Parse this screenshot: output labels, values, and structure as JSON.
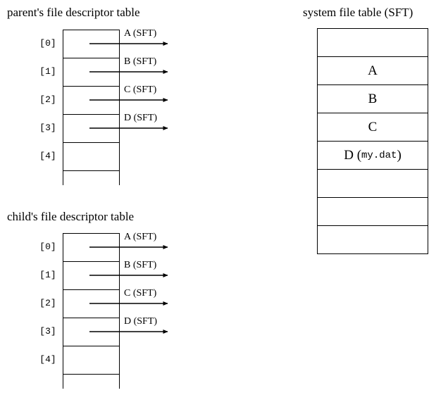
{
  "diagram": {
    "title_parent": "parent's file descriptor table",
    "title_child": "child's file descriptor table",
    "title_sft": "system file table (SFT)"
  },
  "parent_table": {
    "name": "parent's file descriptor table",
    "rows": [
      {
        "index": "[0]",
        "pointer": "A (SFT)",
        "has_pointer": true
      },
      {
        "index": "[1]",
        "pointer": "B (SFT)",
        "has_pointer": true
      },
      {
        "index": "[2]",
        "pointer": "C (SFT)",
        "has_pointer": true
      },
      {
        "index": "[3]",
        "pointer": "D (SFT)",
        "has_pointer": true
      },
      {
        "index": "[4]",
        "pointer": "",
        "has_pointer": false
      }
    ]
  },
  "child_table": {
    "name": "child's file descriptor table",
    "rows": [
      {
        "index": "[0]",
        "pointer": "A (SFT)",
        "has_pointer": true
      },
      {
        "index": "[1]",
        "pointer": "B (SFT)",
        "has_pointer": true
      },
      {
        "index": "[2]",
        "pointer": "C (SFT)",
        "has_pointer": true
      },
      {
        "index": "[3]",
        "pointer": "D (SFT)",
        "has_pointer": true
      },
      {
        "index": "[4]",
        "pointer": "",
        "has_pointer": false
      }
    ]
  },
  "sft_table": {
    "name": "system file table (SFT)",
    "rows": [
      {
        "label": "",
        "detail": ""
      },
      {
        "label": "A",
        "detail": ""
      },
      {
        "label": "B",
        "detail": ""
      },
      {
        "label": "C",
        "detail": ""
      },
      {
        "label": "D",
        "detail": "my.dat"
      },
      {
        "label": "",
        "detail": ""
      },
      {
        "label": "",
        "detail": ""
      },
      {
        "label": "",
        "detail": ""
      }
    ]
  },
  "colors": {
    "ink": "#000000",
    "background": "#ffffff"
  }
}
